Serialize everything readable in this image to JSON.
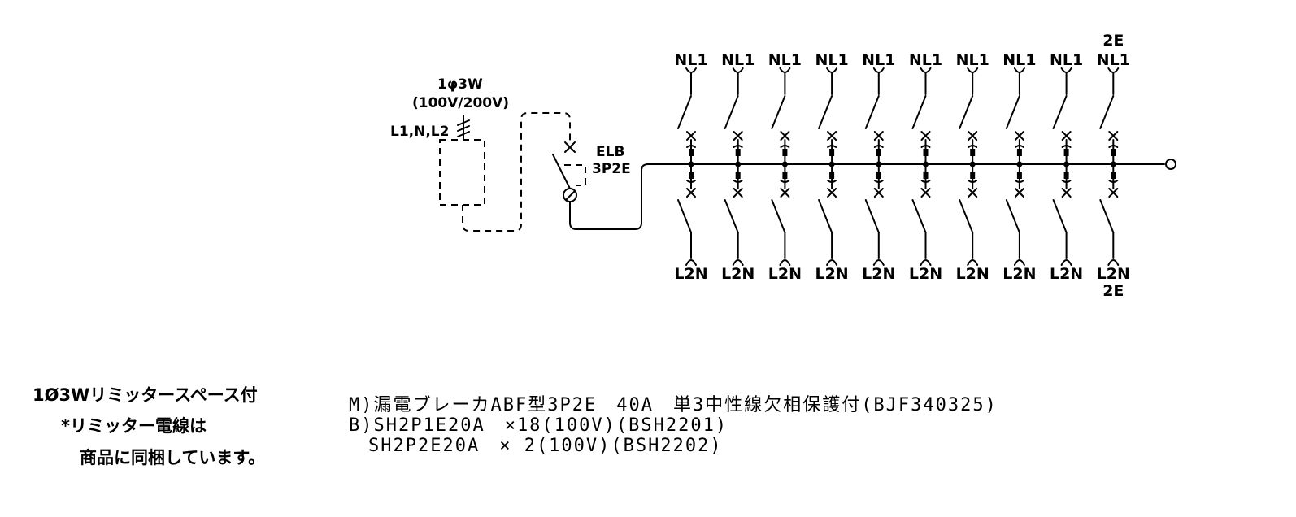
{
  "supply": {
    "phase": "1φ3W",
    "voltage": "(100V/200V)",
    "conductors": "L1,N,L2"
  },
  "main_breaker": {
    "name": "ELB",
    "poles": "3P2E"
  },
  "branches_top": [
    "NL1",
    "NL1",
    "NL1",
    "NL1",
    "NL1",
    "NL1",
    "NL1",
    "NL1",
    "NL1",
    "NL1"
  ],
  "branches_bottom": [
    "L2N",
    "L2N",
    "L2N",
    "L2N",
    "L2N",
    "L2N",
    "L2N",
    "L2N",
    "L2N",
    "L2N"
  ],
  "earth_tag": "2E",
  "notes": {
    "line1": "1Ø3Wリミッタースペース付",
    "line2": "*リミッター電線は",
    "line3": "商品に同梱しています。"
  },
  "spec": {
    "line1": "M)漏電ブレーカABF型3P2E　40A　単3中性線欠相保護付(BJF340325)",
    "line2": "B)SH2P1E20A　×18(100V)(BSH2201)",
    "line3": "　SH2P2E20A　× 2(100V)(BSH2202)"
  }
}
